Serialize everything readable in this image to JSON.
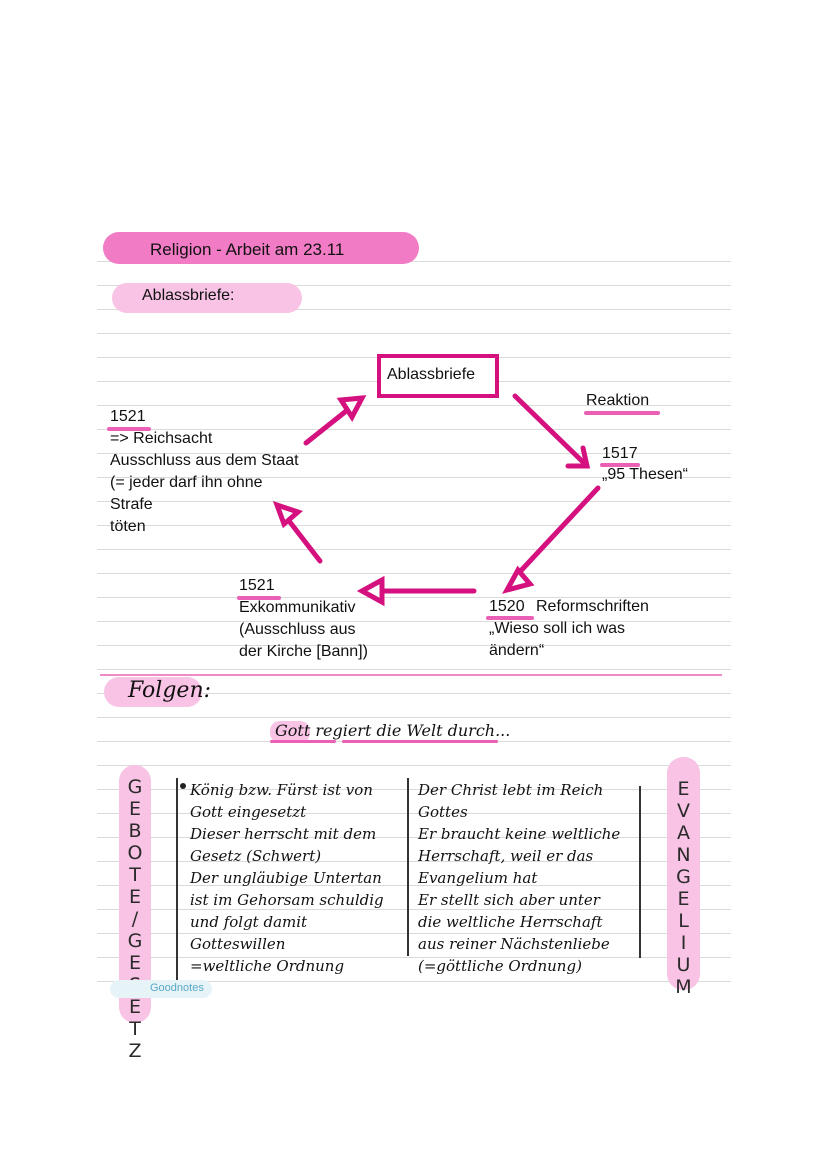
{
  "header": {
    "title": "Religion - Arbeit am 23.11",
    "subtitle": "Ablassbriefe:"
  },
  "cycle": {
    "center": "Ablassbriefe",
    "reaction": "Reaktion",
    "node_1517": {
      "year": "1517",
      "text": "„95 Thesen“"
    },
    "node_1520": {
      "year": "1520",
      "title": "Reformschriften",
      "line1": "„Wieso soll ich was",
      "line2": "ändern“"
    },
    "node_1521a": {
      "year": "1521",
      "line1": "Exkommunikativ",
      "line2": "(Ausschluss aus",
      "line3": "der Kirche [Bann])"
    },
    "node_1521b": {
      "year": "1521",
      "line1": "=> Reichsacht",
      "line2": "Ausschluss aus dem Staat",
      "line3": "(= jeder darf ihn ohne",
      "line4": "Strafe",
      "line5": "töten"
    }
  },
  "folgen": {
    "heading": "Folgen:",
    "subheading": "Gott regiert die Welt durch..."
  },
  "left_vertical": "GEBOTE/GESETZ",
  "right_vertical": "EVANGELIUM",
  "left_column": [
    "König bzw. Fürst ist von",
    "Gott eingesetzt",
    "Dieser herrscht mit dem",
    "Gesetz (Schwert)",
    "Der ungläubige Untertan",
    "ist im Gehorsam schuldig",
    "und folgt damit",
    "Gotteswillen",
    "=weltliche Ordnung"
  ],
  "right_column": [
    "Der Christ lebt im Reich",
    "Gottes",
    "Er braucht keine weltliche",
    "Herrschaft, weil er das",
    "Evangelium hat",
    "Er stellt sich aber unter",
    "die weltliche Herrschaft",
    "aus reiner Nächstenliebe",
    "(=göttliche Ordnung)"
  ],
  "watermark": "Goodnotes",
  "colors": {
    "accent": "#e0148f",
    "pink": "#f39bd1",
    "light_pink": "#f8c3e4",
    "underline": "#ec5fb6"
  }
}
